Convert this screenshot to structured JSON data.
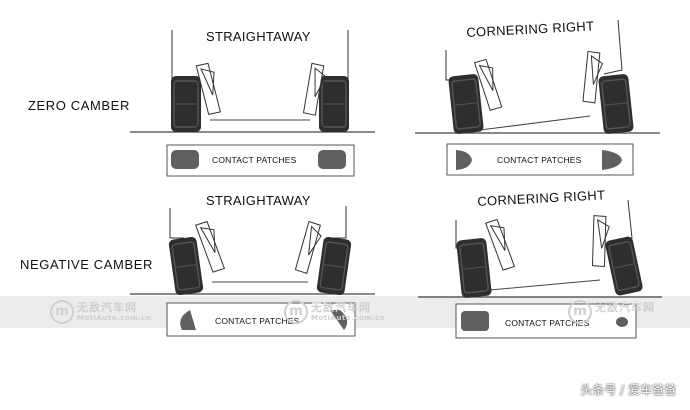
{
  "rows": [
    {
      "label": "ZERO CAMBER",
      "panels": [
        {
          "title": "STRAIGHTAWAY",
          "contact_label": "CONTACT PATCHES"
        },
        {
          "title": "CORNERING RIGHT",
          "contact_label": "CONTACT PATCHES"
        }
      ]
    },
    {
      "label": "NEGATIVE CAMBER",
      "panels": [
        {
          "title": "STRAIGHTAWAY",
          "contact_label": "CONTACT PATCHES"
        },
        {
          "title": "CORNERING RIGHT",
          "contact_label": "CONTACT PATCHES"
        }
      ]
    }
  ],
  "watermark": {
    "brand": "无敌汽车网",
    "url": "MotiAuto.com.cn",
    "logo_letter": "m"
  },
  "credit": "头条号 / 爱车爸爸",
  "colors": {
    "tire": "#2e2e2e",
    "tire_tread": "#555555",
    "ground": "#444444",
    "patch": "#606060",
    "watermark_band": "#ececec"
  }
}
